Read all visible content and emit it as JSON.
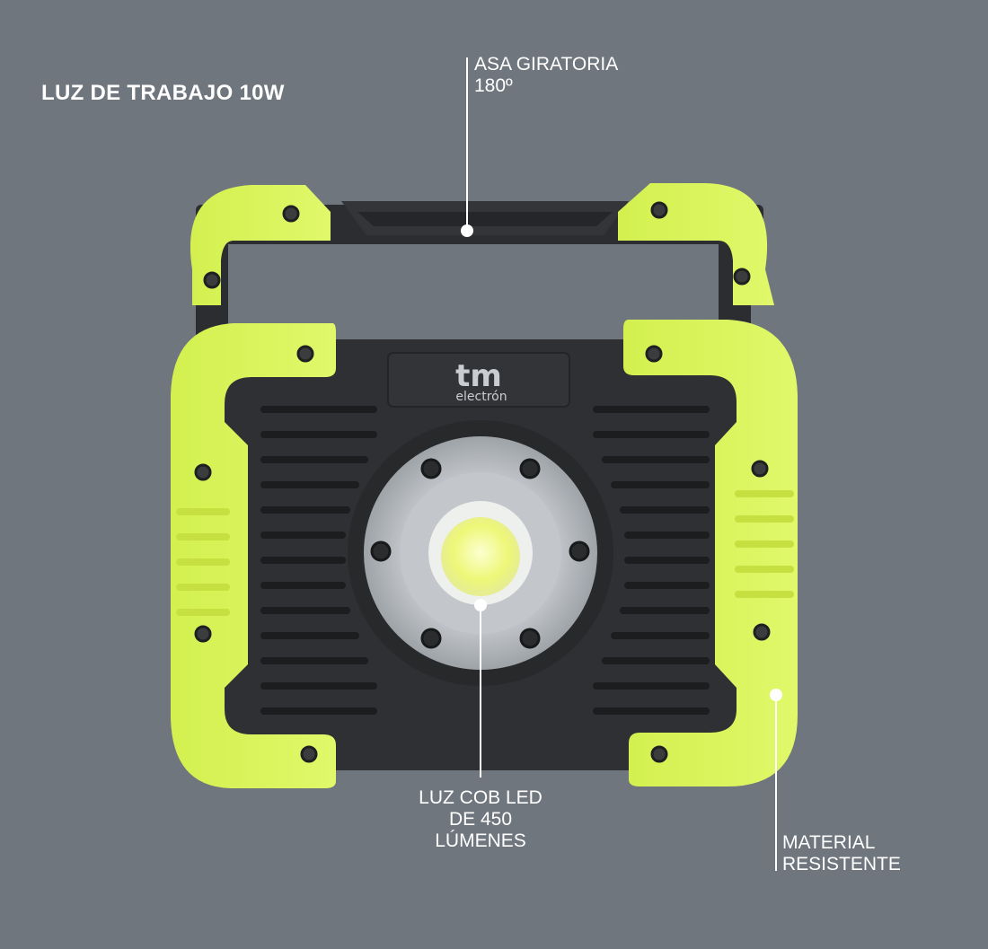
{
  "title": "LUZ DE TRABAJO 10W",
  "callouts": {
    "handle": {
      "line1": "ASA GIRATORIA",
      "line2": "180º"
    },
    "led": {
      "line1": "LUZ COB LED",
      "line2": "DE 450",
      "line3": "LÚMENES"
    },
    "material": {
      "line1": "MATERIAL",
      "line2": "RESISTENTE"
    }
  },
  "brand": {
    "logo": "tm",
    "sub": "electrón"
  },
  "colors": {
    "background": "#6f767e",
    "accent_green": "#d8f55a",
    "body_black": "#2e3033",
    "text": "#ffffff"
  }
}
